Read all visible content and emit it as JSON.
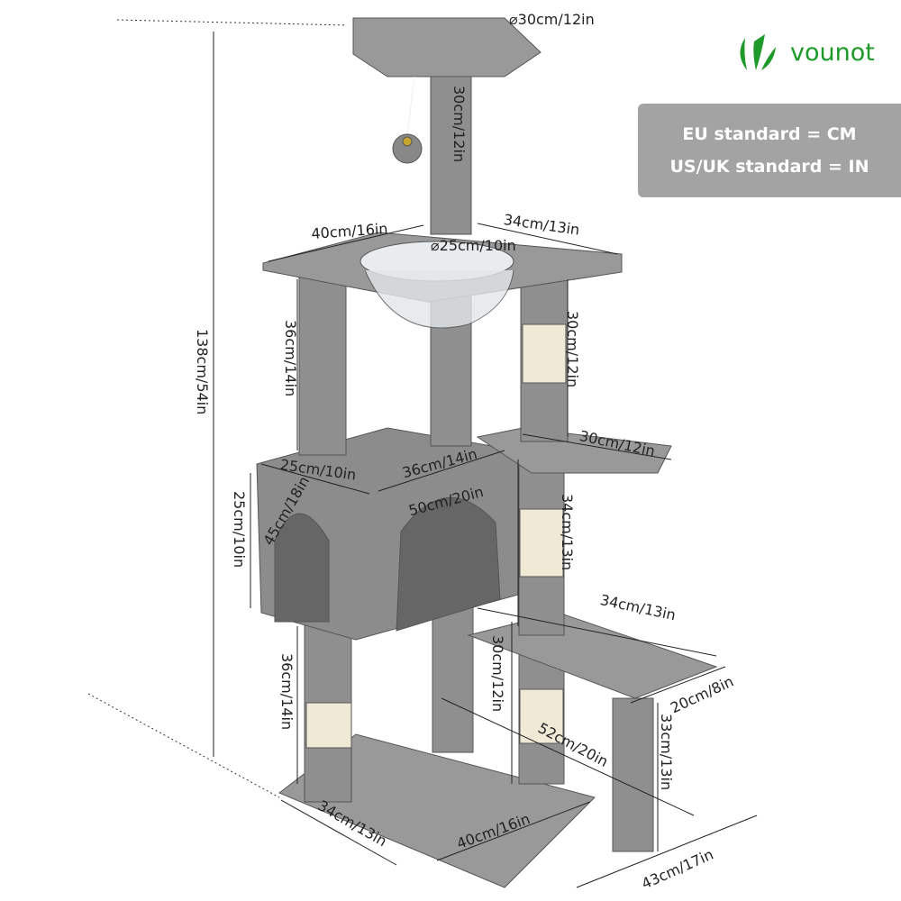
{
  "brand": {
    "name": "vounot",
    "color": "#1f9a2a"
  },
  "standards": {
    "eu": "EU standard = CM",
    "us": "US/UK standard = IN",
    "box_color": "#a3a3a3"
  },
  "product": {
    "color": "#8f8f8f",
    "sisal_color": "#efe9d6"
  },
  "dimensions": {
    "top_perch_diameter": "⌀30cm/12in",
    "top_post_height": "30cm/12in",
    "platform_width": "40cm/16in",
    "platform_depth": "34cm/13in",
    "basket_diameter": "⌀25cm/10in",
    "upper_left_post": "36cm/14in",
    "upper_right_post": "30cm/12in",
    "total_height": "138cm/54in",
    "side_perch": "30cm/12in",
    "condo_depth": "25cm/10in",
    "condo_top_width": "36cm/14in",
    "left_door": "45cm/18in",
    "right_door": "50cm/20in",
    "condo_height": "25cm/10in",
    "mid_right_post": "34cm/13in",
    "step_length": "34cm/13in",
    "step_width": "20cm/8in",
    "lower_left_post": "36cm/14in",
    "lower_right_post": "30cm/12in",
    "diagonal": "52cm/20in",
    "step_post": "33cm/13in",
    "base_depth": "34cm/13in",
    "base_width": "40cm/16in",
    "overall_depth": "43cm/17in"
  }
}
